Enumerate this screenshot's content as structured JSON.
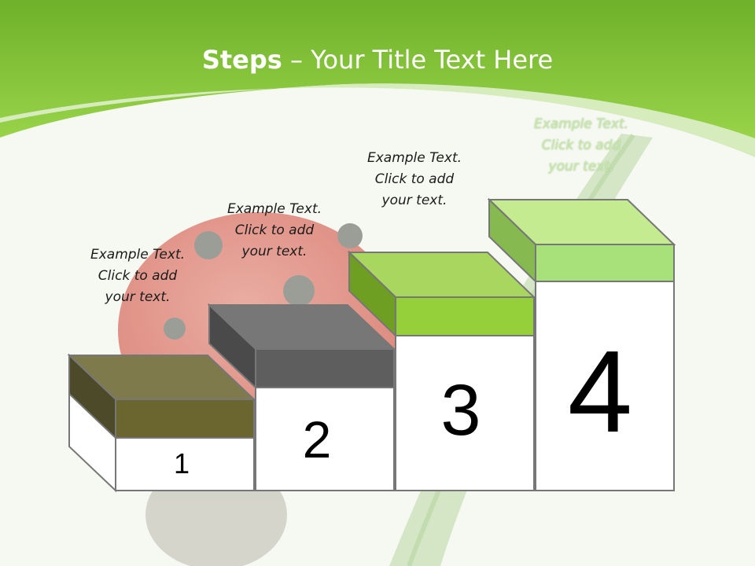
{
  "title": {
    "bold": "Steps",
    "rest": " – Your Title Text Here"
  },
  "steps": [
    {
      "number": "1",
      "caption": [
        "Example Text.",
        "Click  to add",
        "your text."
      ]
    },
    {
      "number": "2",
      "caption": [
        "Example Text.",
        "Click  to add",
        "your text."
      ]
    },
    {
      "number": "3",
      "caption": [
        "Example Text.",
        "Click  to add",
        "your text."
      ]
    },
    {
      "number": "4",
      "caption": [
        "Example Text.",
        "Click  to add",
        "your text."
      ]
    }
  ],
  "colors": {
    "header_green": "#8bd13f",
    "step1": "#6b6530",
    "step2": "#5e5e5e",
    "step3": "#95cf3a",
    "step4": "#a8e07a"
  }
}
